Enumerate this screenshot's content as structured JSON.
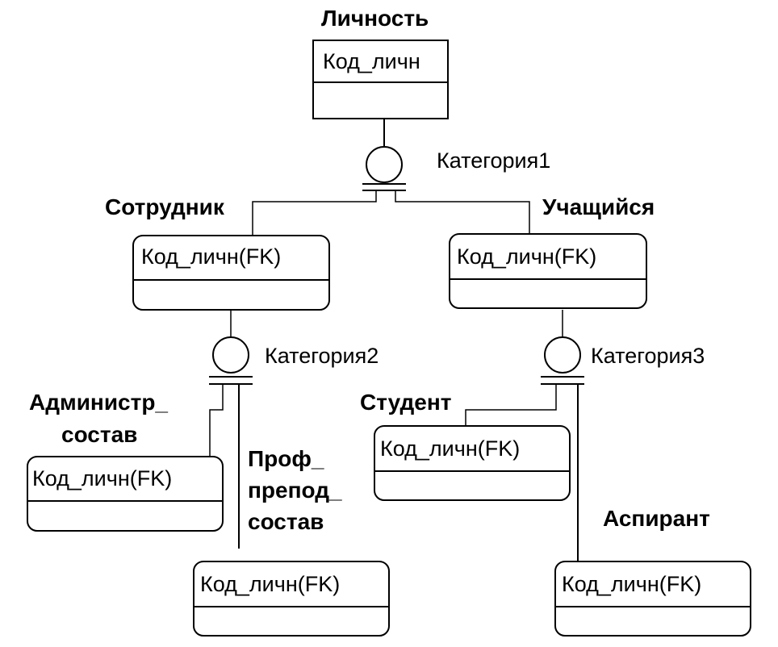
{
  "entities": {
    "person": {
      "name": "Личность",
      "key": "Код_личн"
    },
    "employee": {
      "name": "Сотрудник",
      "key": "Код_личн(FK)"
    },
    "learner": {
      "name": "Учащийся",
      "key": "Код_личн(FK)"
    },
    "admin": {
      "name_line1": "Администр_",
      "name_line2": "состав",
      "key": "Код_личн(FK)"
    },
    "faculty": {
      "name_line1": "Проф_",
      "name_line2": "препод_",
      "name_line3": "состав",
      "key": "Код_личн(FK)"
    },
    "student": {
      "name": "Студент",
      "key": "Код_личн(FK)"
    },
    "postgrad": {
      "name": "Аспирант",
      "key": "Код_личн(FK)"
    }
  },
  "categories": {
    "cat1": "Категория1",
    "cat2": "Категория2",
    "cat3": "Категория3"
  }
}
